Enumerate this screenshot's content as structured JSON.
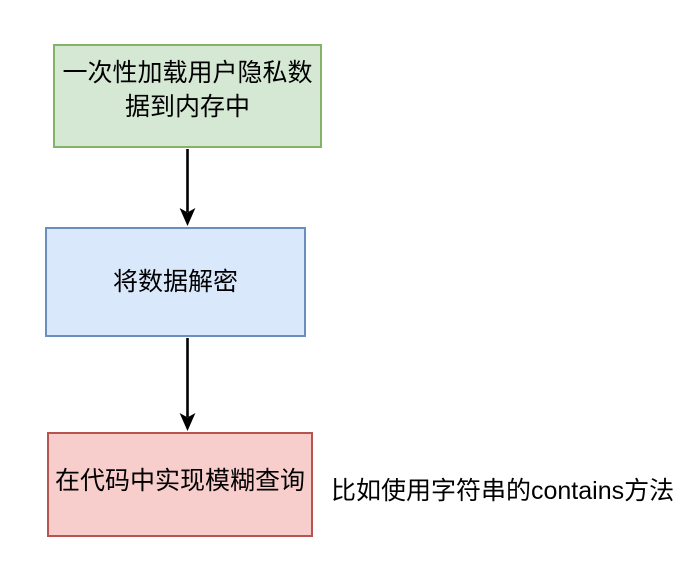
{
  "diagram": {
    "type": "flowchart",
    "orientation": "top-to-bottom",
    "background_color": "#ffffff",
    "nodes": [
      {
        "id": "load",
        "label": "一次性加载用户隐私数\n据到内存中",
        "fill_color": "#d5e8d4",
        "border_color": "#82b366",
        "shape": "rectangle"
      },
      {
        "id": "decrypt",
        "label": "将数据解密",
        "fill_color": "#dae8fc",
        "border_color": "#6c8ebf",
        "shape": "rectangle"
      },
      {
        "id": "fuzzy",
        "label": "在代码中实现模糊查询",
        "fill_color": "#f8cecc",
        "border_color": "#b85450",
        "shape": "rectangle"
      }
    ],
    "edges": [
      {
        "id": "load-to-decrypt",
        "from": "load",
        "to": "decrypt",
        "label": "",
        "color": "#000000",
        "arrowhead": "filled-triangle"
      },
      {
        "id": "decrypt-to-fuzzy",
        "from": "decrypt",
        "to": "fuzzy",
        "label": "",
        "color": "#000000",
        "arrowhead": "filled-triangle"
      }
    ],
    "annotations": [
      {
        "id": "contains-note",
        "text": "比如使用字符串的contains方法",
        "color": "#000000",
        "attached_to": "fuzzy"
      }
    ]
  }
}
